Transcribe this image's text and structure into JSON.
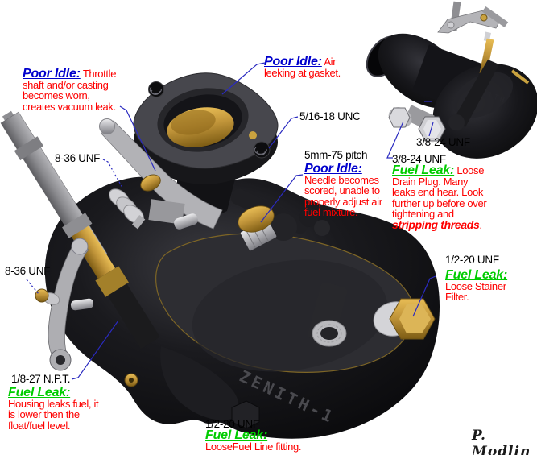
{
  "diagram_subject": "Zenith-1 carburetor failure-point diagram",
  "annotations": {
    "poor_idle_throttle": {
      "heading": "Poor Idle:",
      "lines": [
        " Throttle",
        "shaft and/or casting",
        "becomes worn,",
        "creates vacuum leak."
      ]
    },
    "poor_idle_gasket": {
      "heading": "Poor Idle:",
      "lines": [
        " Air",
        "leeking at gasket."
      ]
    },
    "poor_idle_needle": {
      "heading": "Poor Idle:",
      "lines": [
        "Needle becomes",
        "scored, unable to",
        "properly adjust air",
        "fuel mixture."
      ]
    },
    "fuel_leak_drain": {
      "heading": "Fuel Leak:",
      "lines": [
        " Loose",
        "Drain Plug. Many",
        "leaks end hear. Look",
        "further up before over",
        "tightening and"
      ],
      "emphasis": "stripping threads",
      "emphasis_suffix": "."
    },
    "fuel_leak_strainer": {
      "heading": "Fuel Leak:",
      "lines": [
        "Loose Stainer",
        "Filter."
      ]
    },
    "fuel_leak_housing": {
      "heading": "Fuel Leak:",
      "lines": [
        "Housing leaks fuel, it",
        "is lower then the",
        "float/fuel level."
      ]
    },
    "fuel_leak_line": {
      "heading": "Fuel Leak:",
      "lines": [
        "LooseFuel Line fitting."
      ]
    }
  },
  "thread_labels": {
    "unf_8_36_top": "8-36 UNF",
    "unc_5_16": "5/16-18 UNC",
    "pitch_5mm": "5mm-75 pitch",
    "unf_3_8_a": "3/8-24 UNF",
    "unf_3_8_b": "3/8-24 UNF",
    "unf_8_36_left": "8-36 UNF",
    "npt_1_8": "1/8-27 N.P.T.",
    "unf_1_2_bottom": "1/2-20 UNF",
    "unf_1_2_right": "1/2-20 UNF"
  },
  "embossed": {
    "main": "ZENITH-1",
    "small": "ZENITH"
  },
  "signature": "P. Modlin",
  "colors": {
    "heading_blue": "#0000cc",
    "heading_green": "#00cc00",
    "body_red": "#fe0000",
    "leader_blue": "#2a2ac0",
    "brass": "#c29b3c",
    "body_black": "#141416"
  }
}
